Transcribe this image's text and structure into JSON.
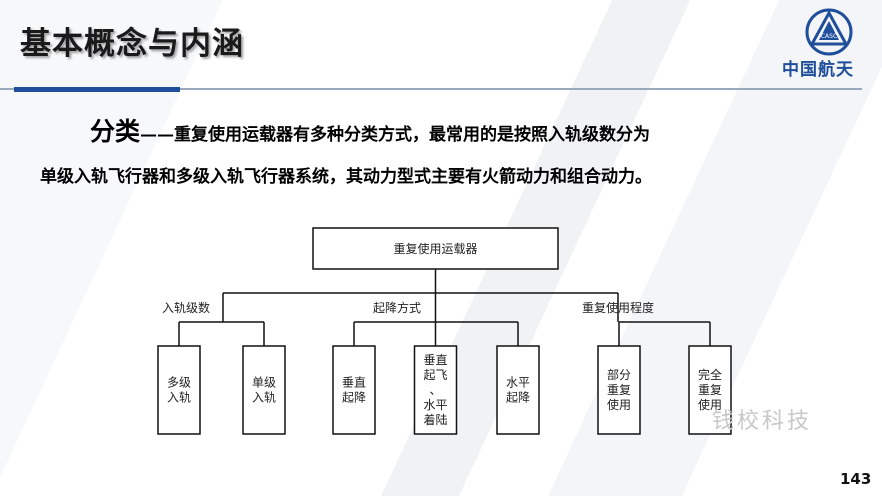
{
  "slide": {
    "title": "基本概念与内涵",
    "page_number": "143",
    "watermark": "钱校科技"
  },
  "logo": {
    "badge_text": "CASC",
    "org_name": "中国航天",
    "color": "#1f4e9a"
  },
  "paragraph": {
    "term": "分类",
    "dash": "——",
    "line1_rest": "重复使用运载器有多种分类方式，最常用的是按照入轨级数分为",
    "line2": "单级入轨飞行器和多级入轨飞行器系统，其动力型式主要有火箭动力和组合动力。"
  },
  "tree": {
    "root": "重复使用运载器",
    "groups": [
      {
        "label": "入轨级数",
        "leaves": [
          {
            "lines": [
              "多级",
              "入轨"
            ]
          },
          {
            "lines": [
              "单级",
              "入轨"
            ]
          }
        ]
      },
      {
        "label": "起降方式",
        "leaves": [
          {
            "lines": [
              "垂直",
              "起降"
            ]
          },
          {
            "lines": [
              "垂直",
              "起飞",
              "、",
              "水平",
              "着陆"
            ]
          },
          {
            "lines": [
              "水平",
              "起降"
            ]
          }
        ]
      },
      {
        "label": "重复使用程度",
        "leaves": [
          {
            "lines": [
              "部分",
              "重复",
              "使用"
            ]
          },
          {
            "lines": [
              "完全",
              "重复",
              "使用"
            ]
          }
        ]
      }
    ]
  }
}
